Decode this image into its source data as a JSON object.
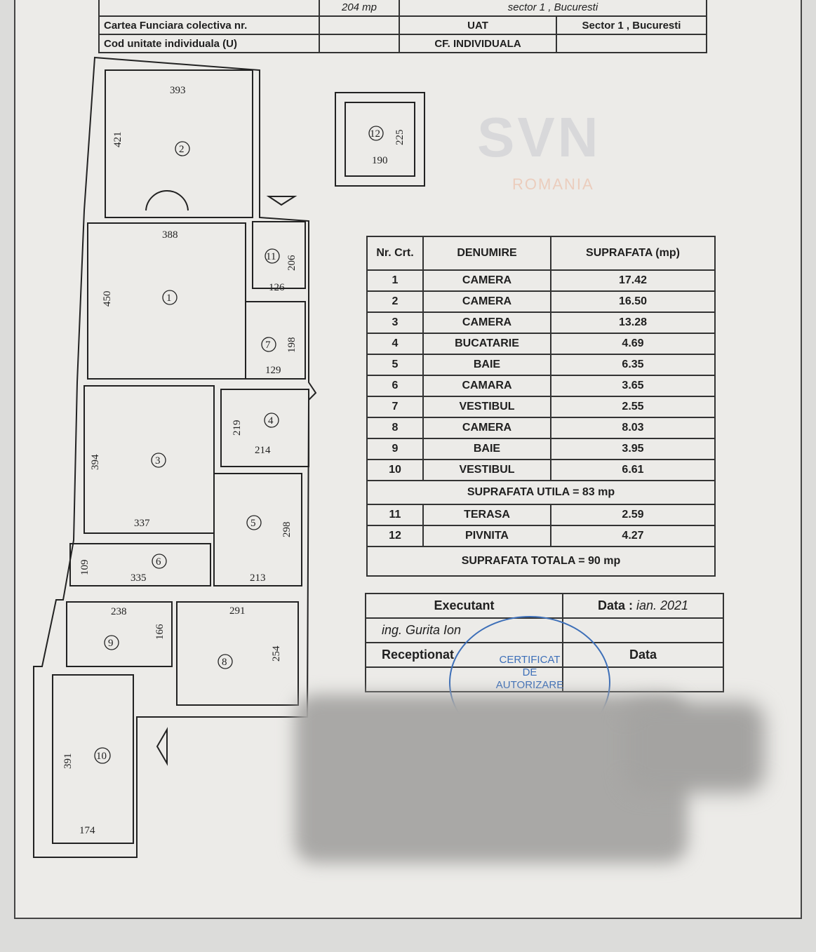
{
  "header": {
    "top_left_partial": "204 mp",
    "top_right_partial": "sector 1 , Bucuresti",
    "row1_label": "Cartea Funciara colectiva nr.",
    "row1_uat_label": "UAT",
    "row1_uat_value": "Sector 1 , Bucuresti",
    "row2_label": "Cod unitate individuala (U)",
    "row2_cf": "CF. INDIVIDUALA"
  },
  "plan": {
    "rooms": [
      "1",
      "2",
      "3",
      "4",
      "5",
      "6",
      "7",
      "8",
      "9",
      "10",
      "11",
      "12"
    ],
    "dims": [
      "393",
      "421",
      "388",
      "450",
      "206",
      "126",
      "198",
      "129",
      "219",
      "214",
      "394",
      "337",
      "298",
      "109",
      "335",
      "213",
      "238",
      "291",
      "166",
      "254",
      "391",
      "174",
      "225",
      "190"
    ]
  },
  "table": {
    "headers": [
      "Nr. Crt.",
      "DENUMIRE",
      "SUPRAFATA (mp)"
    ],
    "rows": [
      [
        "1",
        "CAMERA",
        "17.42"
      ],
      [
        "2",
        "CAMERA",
        "16.50"
      ],
      [
        "3",
        "CAMERA",
        "13.28"
      ],
      [
        "4",
        "BUCATARIE",
        "4.69"
      ],
      [
        "5",
        "BAIE",
        "6.35"
      ],
      [
        "6",
        "CAMARA",
        "3.65"
      ],
      [
        "7",
        "VESTIBUL",
        "2.55"
      ],
      [
        "8",
        "CAMERA",
        "8.03"
      ],
      [
        "9",
        "BAIE",
        "3.95"
      ],
      [
        "10",
        "VESTIBUL",
        "6.61"
      ]
    ],
    "util": "SUPRAFATA UTILA = 83 mp",
    "extra_rows": [
      [
        "11",
        "TERASA",
        "2.59"
      ],
      [
        "12",
        "PIVNITA",
        "4.27"
      ]
    ],
    "total": "SUPRAFATA TOTALA = 90 mp"
  },
  "signature": {
    "executant_label": "Executant",
    "date_label": "Data : ",
    "date_value": "ian. 2021",
    "executant_name": "ing. Gurita Ion",
    "receptionat_label": "Receptionat",
    "data_label": "Data"
  },
  "stamp": {
    "line1": "CERTIFICAT",
    "line2": "DE",
    "line3": "AUTORIZARE"
  },
  "watermark": {
    "brand": "SVN",
    "sub": "ROMANIA"
  }
}
